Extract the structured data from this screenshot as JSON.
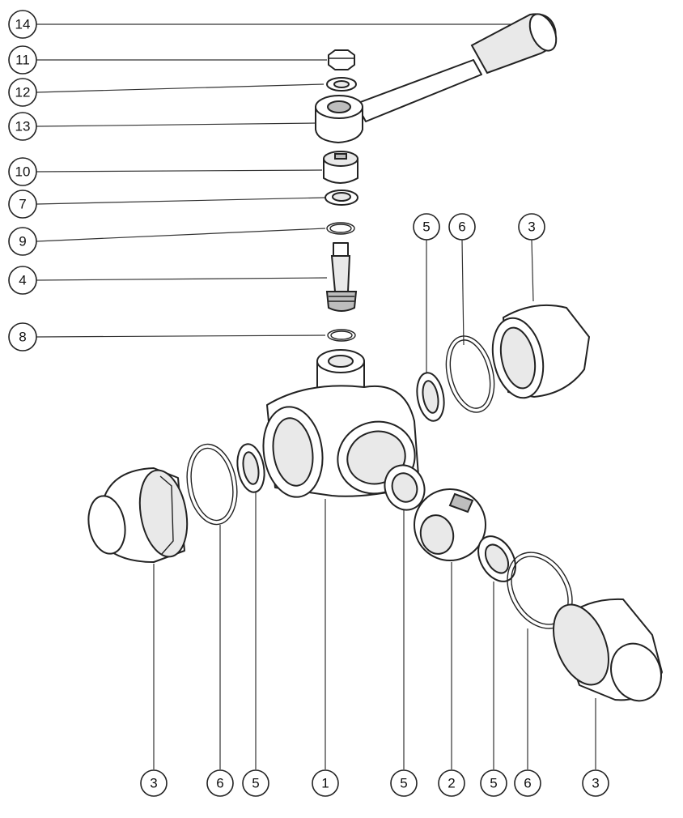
{
  "callouts": [
    {
      "id": "c14",
      "label": "14"
    },
    {
      "id": "c11",
      "label": "11"
    },
    {
      "id": "c12",
      "label": "12"
    },
    {
      "id": "c13",
      "label": "13"
    },
    {
      "id": "c10",
      "label": "10"
    },
    {
      "id": "c7",
      "label": "7"
    },
    {
      "id": "c9",
      "label": "9"
    },
    {
      "id": "c4",
      "label": "4"
    },
    {
      "id": "c8",
      "label": "8"
    },
    {
      "id": "c5a",
      "label": "5"
    },
    {
      "id": "c6a",
      "label": "6"
    },
    {
      "id": "c3a",
      "label": "3"
    },
    {
      "id": "b3",
      "label": "3"
    },
    {
      "id": "b6",
      "label": "6"
    },
    {
      "id": "b5",
      "label": "5"
    },
    {
      "id": "b1",
      "label": "1"
    },
    {
      "id": "b5b",
      "label": "5"
    },
    {
      "id": "b2",
      "label": "2"
    },
    {
      "id": "b5c",
      "label": "5"
    },
    {
      "id": "b6b",
      "label": "6"
    },
    {
      "id": "b3b",
      "label": "3"
    }
  ]
}
